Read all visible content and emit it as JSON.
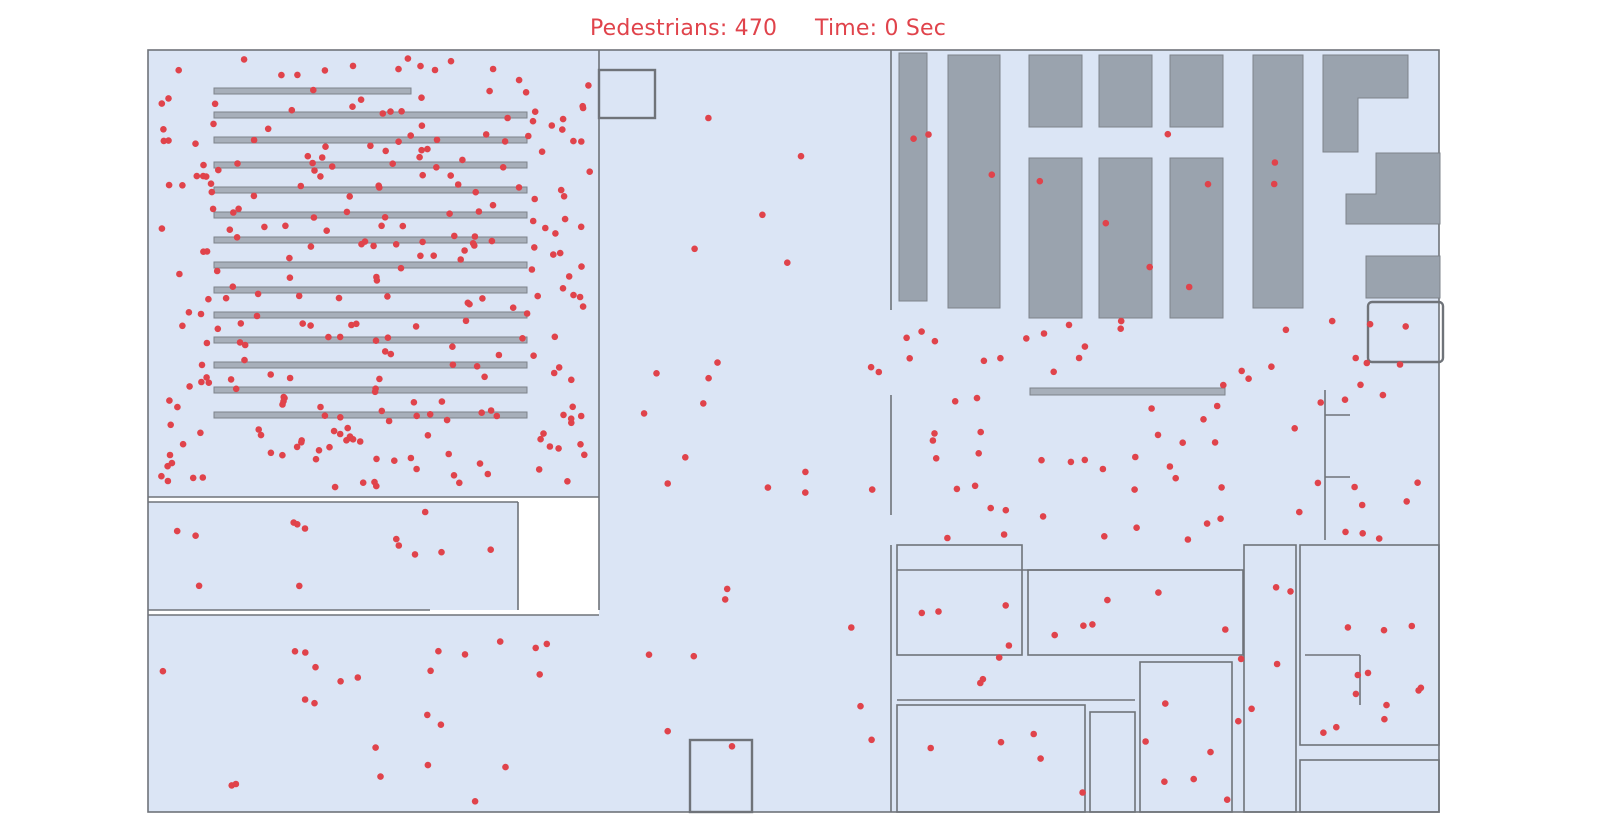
{
  "header": {
    "pedestrians_label": "Pedestrians: 470",
    "time_label": "Time: 0 Sec"
  },
  "colors": {
    "floor": "#dbe5f5",
    "wall": "#6f7379",
    "obstacle": "#9aa3ae",
    "pedestrian": "#e0434b",
    "background": "#ffffff"
  },
  "simulation": {
    "pedestrian_count": 470,
    "time_seconds": 0
  }
}
